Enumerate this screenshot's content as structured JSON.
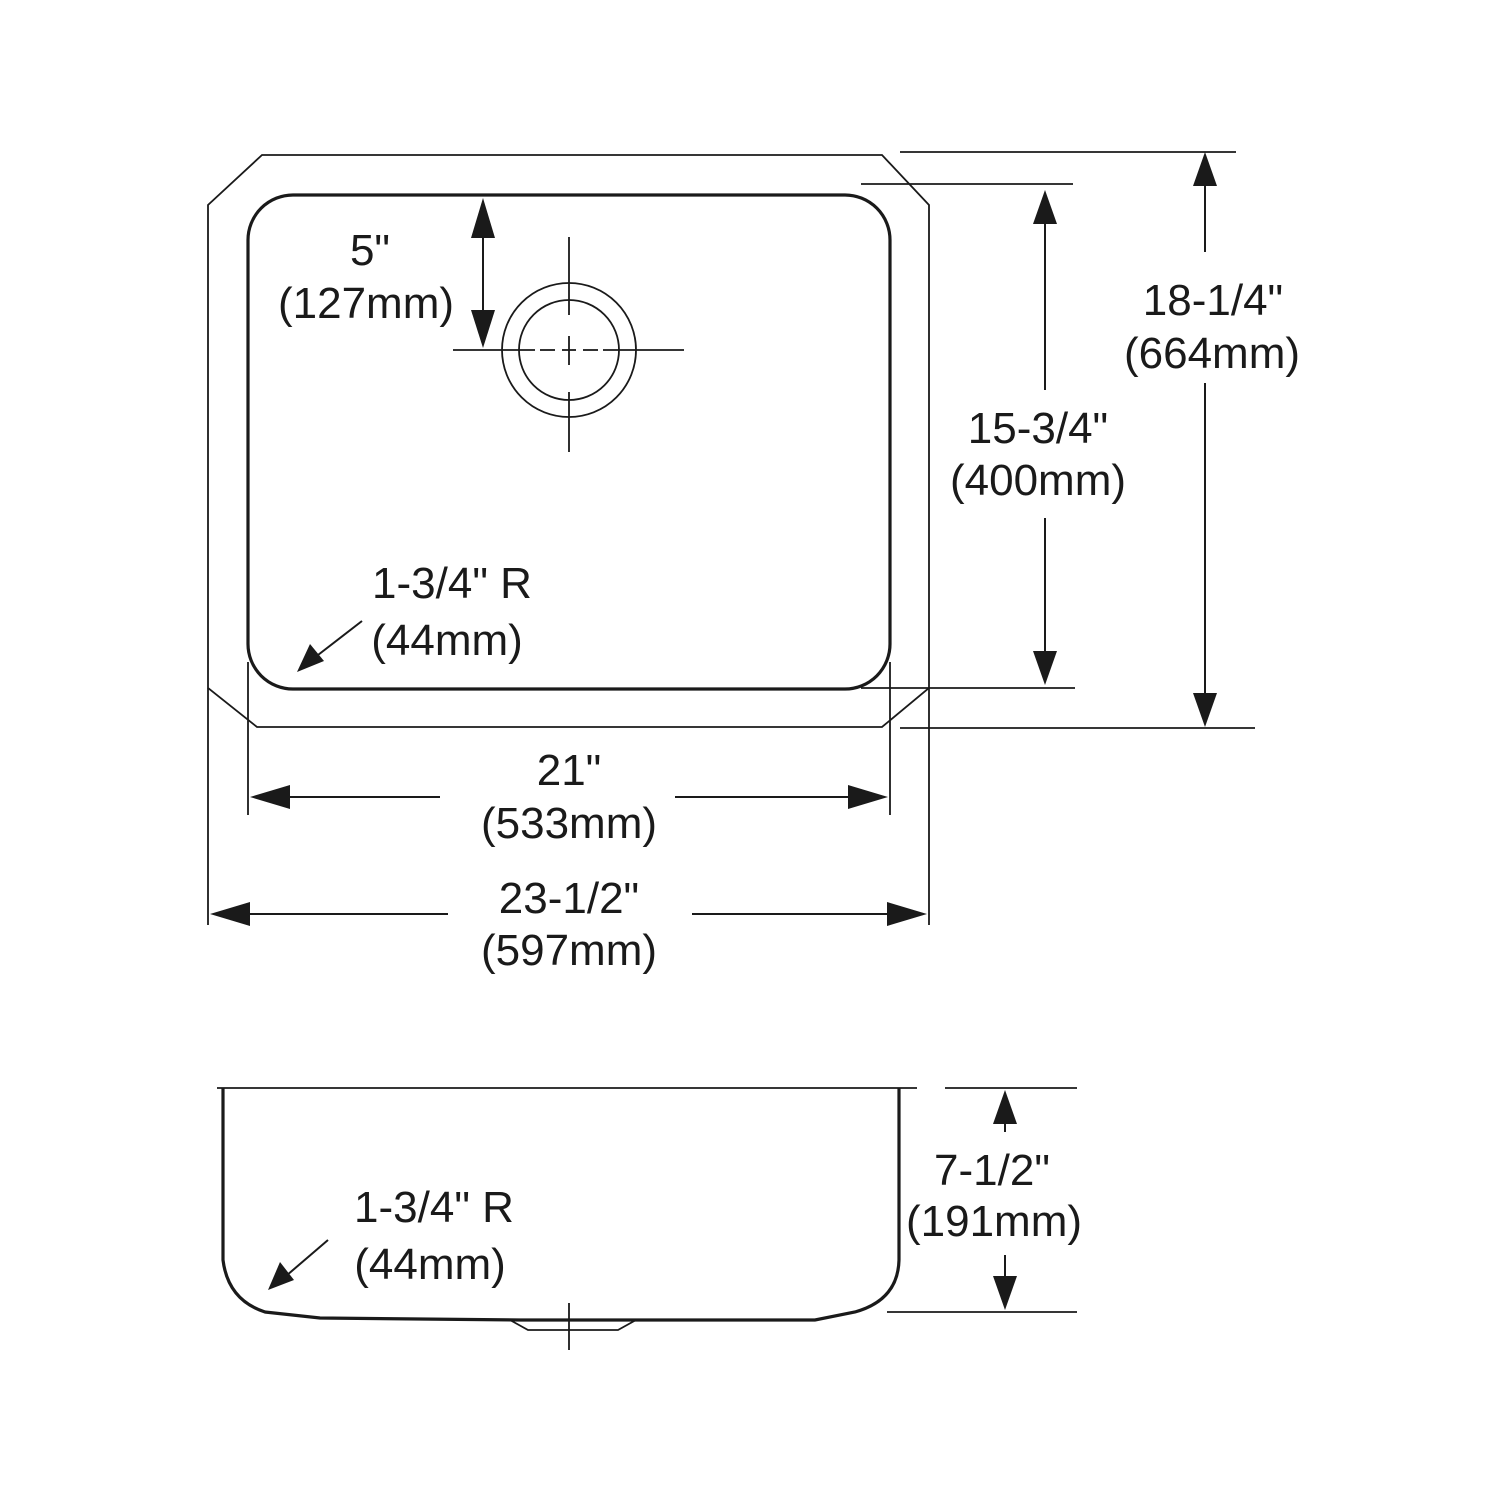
{
  "drawing": {
    "title": "Undermount single bowl sink dimension drawing",
    "colors": {
      "line": "#1a1a1a",
      "background": "#ffffff"
    },
    "top_view": {
      "drain_offset": {
        "imperial": "5\"",
        "metric": "(127mm)"
      },
      "corner_radius": {
        "imperial": "1-3/4\" R",
        "metric": "(44mm)"
      },
      "bowl_front_to_back": {
        "imperial": "15-3/4\"",
        "metric": "(400mm)"
      },
      "overall_front_to_back": {
        "imperial": "18-1/4\"",
        "metric": "(664mm)"
      },
      "bowl_left_to_right": {
        "imperial": "21\"",
        "metric": "(533mm)"
      },
      "overall_left_to_right": {
        "imperial": "23-1/2\"",
        "metric": "(597mm)"
      }
    },
    "side_view": {
      "corner_radius": {
        "imperial": "1-3/4\" R",
        "metric": "(44mm)"
      },
      "bowl_depth": {
        "imperial": "7-1/2\"",
        "metric": "(191mm)"
      }
    }
  }
}
